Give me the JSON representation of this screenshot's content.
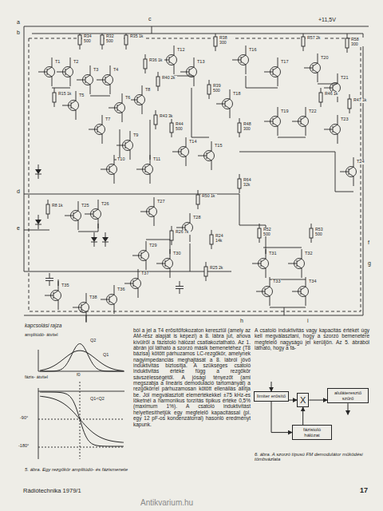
{
  "diagram": {
    "nodes": [
      {
        "text": [
          "limiter erősítő"
        ]
      },
      {
        "text": [
          "X"
        ]
      },
      {
        "text": [
          "aluláteresztő szűrő"
        ]
      },
      {
        "text": [
          "fázistoló hálózat"
        ]
      }
    ],
    "edges": [
      {
        "from": 0,
        "to": 1,
        "arrow": "to"
      },
      {
        "from": 1,
        "to": 2,
        "arrow": "to"
      },
      {
        "from": 0,
        "to": 3,
        "arrow": "to"
      },
      {
        "from": 3,
        "to": 1,
        "arrow": "to"
      }
    ],
    "labels": [
      "a",
      "b",
      "c",
      "+11,5V",
      "d",
      "e",
      "f",
      "g",
      "h",
      "i",
      "T1",
      "T2",
      "T3",
      "T4",
      "T5",
      "T6",
      "T7",
      "T8",
      "T9",
      "T10",
      "T11",
      "T12",
      "T13",
      "T14",
      "T15",
      "T16",
      "T17",
      "T18",
      "T19",
      "T20",
      "T21",
      "T22",
      "T23",
      "T24",
      "T25",
      "T26",
      "T27",
      "T28",
      "T29",
      "T30",
      "T31",
      "T32",
      "T33",
      "T34",
      "T35",
      "T36",
      "T37",
      "T38",
      "R34 500",
      "R32 500",
      "R35 1k",
      "R15 1k",
      "R36 1k",
      "R40 2k",
      "R43 3k",
      "R44 500",
      "R38 300",
      "R39 500",
      "R57 2k",
      "R58 300",
      "R46 1k",
      "R47 1k",
      "R48 300",
      "R50 1k",
      "R52 500",
      "R53 500",
      "R64 32k",
      "R8 1k",
      "R26 7k",
      "R24 14k",
      "R25 2k",
      "kapcsolási rajza",
      "amplitúdó- átvitel",
      "fázis- átvitel",
      "Q1",
      "Q2",
      "f0",
      "Q1<Q2",
      "-90°",
      "-180°",
      "5. ábra. Egy rezgőkör amplitúdó- és fázismenete",
      "ból a jel a T4 erősítőfokozaton keresztül (amely az AM-rész alapját is képezi) a 8. lábra jut, ahova kívülről a fázistoló hálózat csatlakoztatható. Az 1. ábrán jól látható a szorzó másik bemenetéhez (T8 bázisa) kötött párhuzamos LC-rezgőkör, amelynek nagyimpedanciás meghajtását a 8. lábról jövő induktivitás biztosítja. A szükséges csatoló induktivitás értéke függ a rezgőkör sávszélességétől. A jósági tényezőt (ami megszabja a lineáris demoduláció tartományát) a rezgőkörrel párhuzamosan kötött ellenállás állítja be. Jól megválasztott elemértékekkel ±75 kHz-es löketnél a harmonikus torzítás tipikus értéke 0,5% (maximum 1%). A csatoló induktivitást helyettesíthetjük egy megfelelő kapacitással (pl. egy 12 pF-os kondenzátorral) hasonló eredményt kapunk.",
      "A csatoló induktivitás vagy kapacitás értékét úgy kell megválasztani, hogy a szorzó bemenetére megfelelő nagyságú jel kerüljön. Az 5. ábrából látható, hogy a fá-",
      "6. ábra. A szorzó típusú FM demodulátor működési tömbvázlata",
      "Rádiótechnika 1979/1",
      "17",
      "Antikvarium.hu"
    ]
  }
}
